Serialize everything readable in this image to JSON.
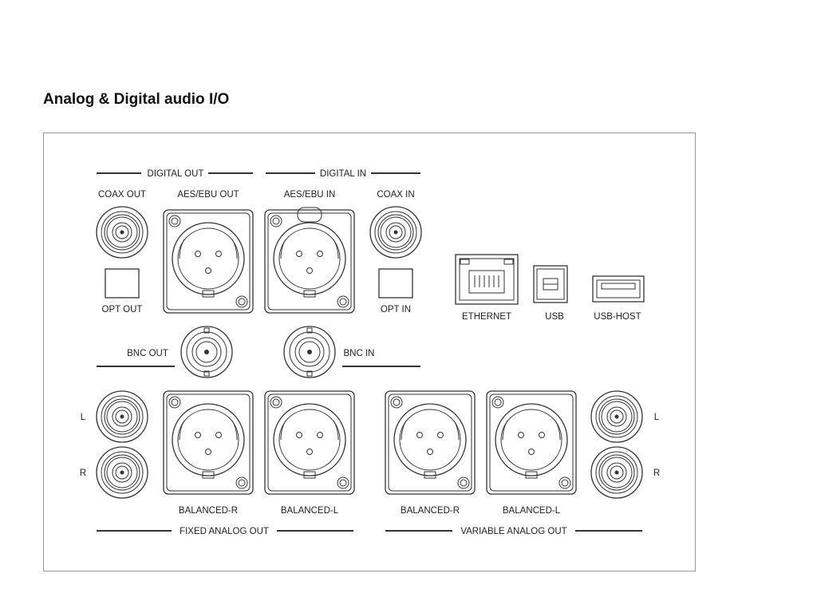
{
  "title": "Analog & Digital audio I/O",
  "groups": {
    "digital_out": "DIGITAL OUT",
    "digital_in": "DIGITAL IN",
    "fixed_analog_out": "FIXED ANALOG OUT",
    "variable_analog_out": "VARIABLE ANALOG OUT"
  },
  "ports": {
    "coax_out": "COAX OUT",
    "aes_ebu_out": "AES/EBU OUT",
    "aes_ebu_in": "AES/EBU IN",
    "coax_in": "COAX IN",
    "opt_out": "OPT OUT",
    "opt_in": "OPT IN",
    "bnc_out": "BNC OUT",
    "bnc_in": "BNC IN",
    "ethernet": "ETHERNET",
    "usb": "USB",
    "usb_host": "USB-HOST",
    "fixed_balanced_r": "BALANCED-R",
    "fixed_balanced_l": "BALANCED-L",
    "var_balanced_r": "BALANCED-R",
    "var_balanced_l": "BALANCED-L",
    "fixed_l": "L",
    "fixed_r": "R",
    "var_l": "L",
    "var_r": "R"
  }
}
